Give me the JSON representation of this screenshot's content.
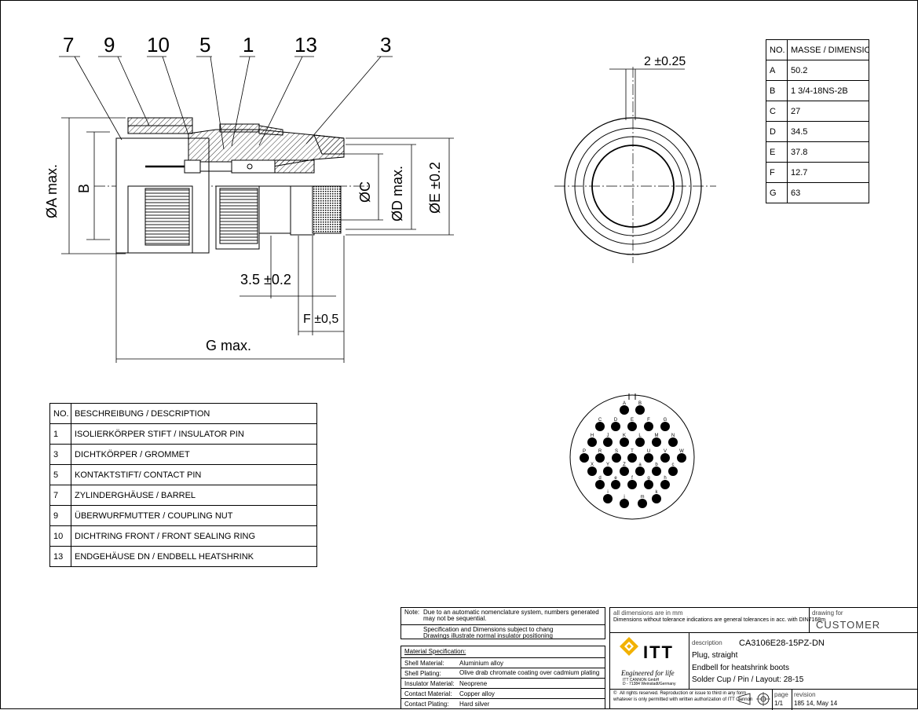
{
  "callouts": [
    "7",
    "9",
    "10",
    "5",
    "1",
    "13",
    "3"
  ],
  "dims": {
    "a": "ØA max.",
    "b": "B",
    "c": "ØC",
    "d": "ØD max.",
    "e": "ØE ±0.2",
    "gap": "3.5 ±0.2",
    "f": "F ±0,5",
    "g": "G max.",
    "key": "2 ±0.25"
  },
  "dimension_table": {
    "header": [
      "NO.",
      "MASSE / DIMENSION"
    ],
    "rows": [
      [
        "A",
        "50.2"
      ],
      [
        "B",
        "1 3/4-18NS-2B"
      ],
      [
        "C",
        "27"
      ],
      [
        "D",
        "34.5"
      ],
      [
        "E",
        "37.8"
      ],
      [
        "F",
        "12.7"
      ],
      [
        "G",
        "63"
      ]
    ]
  },
  "parts_table": {
    "header": [
      "NO.",
      "BESCHREIBUNG / DESCRIPTION"
    ],
    "rows": [
      [
        "1",
        "ISOLIERKÖRPER STIFT / INSULATOR PIN"
      ],
      [
        "3",
        "DICHTKÖRPER / GROMMET"
      ],
      [
        "5",
        "KONTAKTSTIFT/ CONTACT PIN"
      ],
      [
        "7",
        "ZYLINDERGHÄUSE / BARREL"
      ],
      [
        "9",
        "ÜBERWURFMUTTER / COUPLING NUT"
      ],
      [
        "10",
        "DICHTRING FRONT / FRONT SEALING RING"
      ],
      [
        "13",
        "ENDGEHÄUSE DN / ENDBELL HEATSHRINK"
      ]
    ]
  },
  "pins": [
    "A",
    "B",
    "C",
    "D",
    "E",
    "F",
    "G",
    "H",
    "J",
    "K",
    "L",
    "M",
    "N",
    "P",
    "R",
    "S",
    "T",
    "U",
    "V",
    "W",
    "X",
    "Y",
    "Z",
    "a",
    "b",
    "c",
    "d",
    "e",
    "f",
    "g",
    "h",
    "i",
    "j",
    "k",
    "m"
  ],
  "notes": {
    "note_label": "Note:",
    "note1": "Due to an automatic nomenclature system, numbers generated",
    "note1b": "may not be sequential.",
    "note2": "Specification and Dimensions subject to chang",
    "note2b": "Drawings illustrate normal insulator positioning"
  },
  "material": {
    "title": "Material Specification:",
    "rows": [
      [
        "Shell Material:",
        "Aluminium alloy"
      ],
      [
        "Shell Plating:",
        "Olive drab chromate coating over cadmium plating"
      ],
      [
        "Insulator Material:",
        "Neoprene"
      ],
      [
        "Contact Material:",
        "Copper alloy"
      ],
      [
        "Contact Plating:",
        "Hard silver"
      ]
    ]
  },
  "title_block": {
    "units_label": "all dimensions are in mm",
    "tolerance": "Dimensions without tolerance indications are general tolerances in acc. with DIN7168m",
    "drawing_for_label": "drawing for",
    "drawing_for": "CUSTOMER",
    "logo_text": "ITT",
    "slogan": "Engineered for life",
    "company1": "ITT CANNON GmbH",
    "company2": "D - 71384 Weinstadt/Germany",
    "description_label": "description",
    "part_number": "CA3106E28-15PZ-DN",
    "desc1": "Plug, straight",
    "desc2": "Endbell for heatshrink boots",
    "desc3": "Solder Cup / Pin / Layout: 28-15",
    "rights1": "All rights reserved. Reproduction or issue to third in any form",
    "rights2": "whatever is only permitted with written authorization of ITT Cannon",
    "page_label": "page",
    "page": "1/1",
    "revision_label": "revision",
    "revision": "185 14, May 14"
  }
}
